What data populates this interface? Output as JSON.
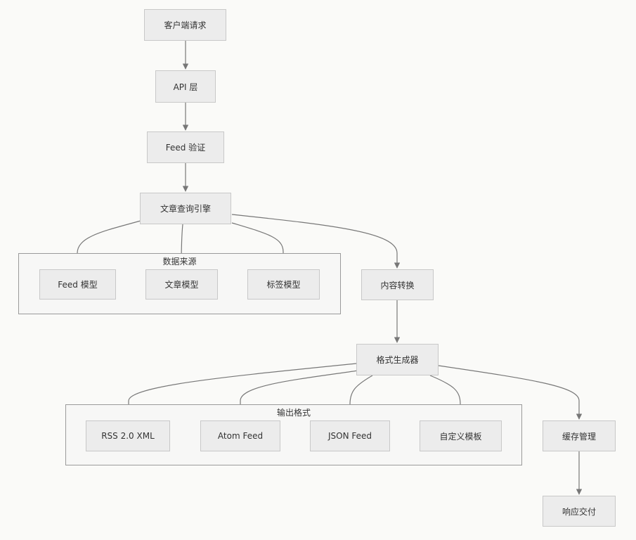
{
  "diagram": {
    "nodes": {
      "client_request": "客户端请求",
      "api_layer": "API 层",
      "feed_validation": "Feed 验证",
      "article_query_engine": "文章查询引擎",
      "feed_model": "Feed 模型",
      "article_model": "文章模型",
      "tag_model": "标签模型",
      "content_transform": "内容转换",
      "format_generator": "格式生成器",
      "rss_xml": "RSS 2.0 XML",
      "atom_feed": "Atom Feed",
      "json_feed": "JSON Feed",
      "custom_template": "自定义模板",
      "cache_management": "缓存管理",
      "response_delivery": "响应交付"
    },
    "groups": {
      "data_sources": "数据来源",
      "output_formats": "输出格式"
    },
    "edges": [
      [
        "client_request",
        "api_layer"
      ],
      [
        "api_layer",
        "feed_validation"
      ],
      [
        "feed_validation",
        "article_query_engine"
      ],
      [
        "article_query_engine",
        "feed_model"
      ],
      [
        "article_query_engine",
        "article_model"
      ],
      [
        "article_query_engine",
        "tag_model"
      ],
      [
        "article_query_engine",
        "content_transform"
      ],
      [
        "content_transform",
        "format_generator"
      ],
      [
        "format_generator",
        "rss_xml"
      ],
      [
        "format_generator",
        "atom_feed"
      ],
      [
        "format_generator",
        "json_feed"
      ],
      [
        "format_generator",
        "custom_template"
      ],
      [
        "format_generator",
        "cache_management"
      ],
      [
        "cache_management",
        "response_delivery"
      ]
    ],
    "colors": {
      "node_fill": "#ececec",
      "node_border": "#c8c8c8",
      "group_border": "#9a9a9a",
      "edge": "#777777"
    }
  }
}
